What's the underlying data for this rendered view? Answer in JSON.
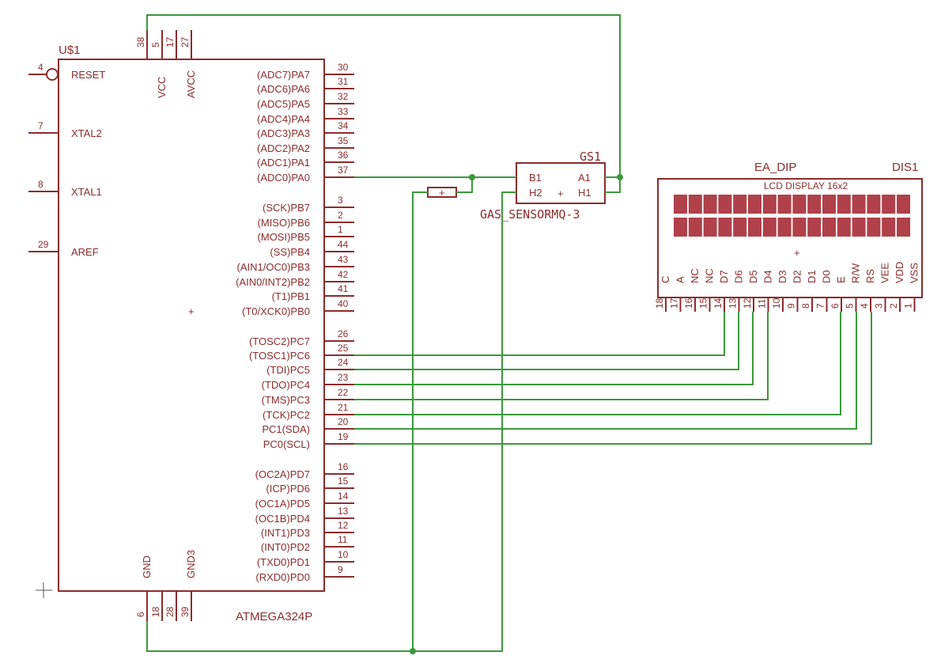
{
  "mcu": {
    "ref": "U$1",
    "value": "ATMEGA324P",
    "left_pins": [
      {
        "num": "4",
        "label": "RESET"
      },
      {
        "num": "7",
        "label": "XTAL2"
      },
      {
        "num": "8",
        "label": "XTAL1"
      },
      {
        "num": "29",
        "label": "AREF"
      }
    ],
    "top_pins": [
      {
        "num": "38",
        "label": ""
      },
      {
        "num": "5",
        "label": "VCC"
      },
      {
        "num": "17",
        "label": ""
      },
      {
        "num": "27",
        "label": "AVCC"
      }
    ],
    "bottom_pins": [
      {
        "num": "6",
        "label": "GND"
      },
      {
        "num": "18",
        "label": ""
      },
      {
        "num": "28",
        "label": ""
      },
      {
        "num": "39",
        "label": "GND3"
      }
    ],
    "right_pins": [
      {
        "num": "30",
        "label": "(ADC7)PA7"
      },
      {
        "num": "31",
        "label": "(ADC6)PA6"
      },
      {
        "num": "32",
        "label": "(ADC5)PA5"
      },
      {
        "num": "33",
        "label": "(ADC4)PA4"
      },
      {
        "num": "34",
        "label": "(ADC3)PA3"
      },
      {
        "num": "35",
        "label": "(ADC2)PA2"
      },
      {
        "num": "36",
        "label": "(ADC1)PA1"
      },
      {
        "num": "37",
        "label": "(ADC0)PA0"
      },
      {
        "num": "3",
        "label": "(SCK)PB7"
      },
      {
        "num": "2",
        "label": "(MISO)PB6"
      },
      {
        "num": "1",
        "label": "(MOSI)PB5"
      },
      {
        "num": "44",
        "label": "(SS)PB4"
      },
      {
        "num": "43",
        "label": "(AIN1/OC0)PB3"
      },
      {
        "num": "42",
        "label": "(AIN0/INT2)PB2"
      },
      {
        "num": "41",
        "label": "(T1)PB1"
      },
      {
        "num": "40",
        "label": "(T0/XCK0)PB0"
      },
      {
        "num": "26",
        "label": "(TOSC2)PC7"
      },
      {
        "num": "25",
        "label": "(TOSC1)PC6"
      },
      {
        "num": "24",
        "label": "(TDI)PC5"
      },
      {
        "num": "23",
        "label": "(TDO)PC4"
      },
      {
        "num": "22",
        "label": "(TMS)PC3"
      },
      {
        "num": "21",
        "label": "(TCK)PC2"
      },
      {
        "num": "20",
        "label": "PC1(SDA)"
      },
      {
        "num": "19",
        "label": "PC0(SCL)"
      },
      {
        "num": "16",
        "label": "(OC2A)PD7"
      },
      {
        "num": "15",
        "label": "(ICP)PD6"
      },
      {
        "num": "14",
        "label": "(OC1A)PD5"
      },
      {
        "num": "13",
        "label": "(OC1B)PD4"
      },
      {
        "num": "12",
        "label": "(INT1)PD3"
      },
      {
        "num": "11",
        "label": "(INT0)PD2"
      },
      {
        "num": "10",
        "label": "(TXD0)PD1"
      },
      {
        "num": "9",
        "label": "(RXD0)PD0"
      }
    ]
  },
  "sensor": {
    "ref": "GS1",
    "value": "GAS_SENSORMQ-3",
    "pins": {
      "b1": "B1",
      "a1": "A1",
      "h2": "H2",
      "h1": "H1"
    }
  },
  "resistor": {
    "symbol": "+"
  },
  "lcd": {
    "ref": "DIS1",
    "value": "EA_DIP",
    "title": "LCD DISPLAY 16x2",
    "pins": [
      {
        "num": "18",
        "label": "C"
      },
      {
        "num": "17",
        "label": "A"
      },
      {
        "num": "16",
        "label": "NC"
      },
      {
        "num": "15",
        "label": "NC"
      },
      {
        "num": "14",
        "label": "D7"
      },
      {
        "num": "13",
        "label": "D6"
      },
      {
        "num": "12",
        "label": "D5"
      },
      {
        "num": "11",
        "label": "D4"
      },
      {
        "num": "10",
        "label": "D3"
      },
      {
        "num": "9",
        "label": "D2"
      },
      {
        "num": "8",
        "label": "D1"
      },
      {
        "num": "7",
        "label": "D0"
      },
      {
        "num": "6",
        "label": "E"
      },
      {
        "num": "5",
        "label": "R/W"
      },
      {
        "num": "4",
        "label": "RS"
      },
      {
        "num": "3",
        "label": "VEE"
      },
      {
        "num": "2",
        "label": "VDD"
      },
      {
        "num": "1",
        "label": "VSS"
      }
    ]
  },
  "colors": {
    "part": "#8b2c2c",
    "wire": "#3a9a3a",
    "lcd_cell": "#b0404a"
  }
}
